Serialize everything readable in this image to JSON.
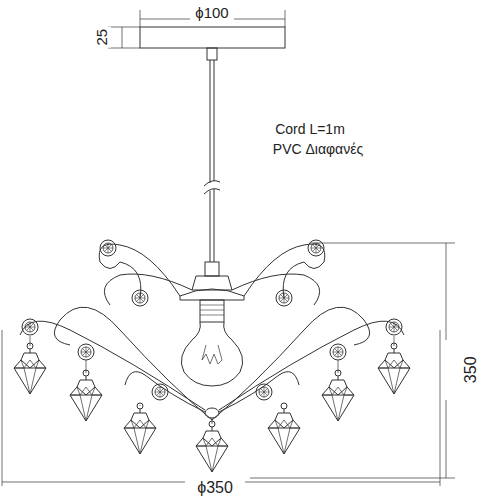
{
  "diagram": {
    "labels": [
      "ϕ100",
      "25",
      "Cord L=1m",
      "PVC Διαφανές",
      "350",
      "ϕ350"
    ]
  }
}
